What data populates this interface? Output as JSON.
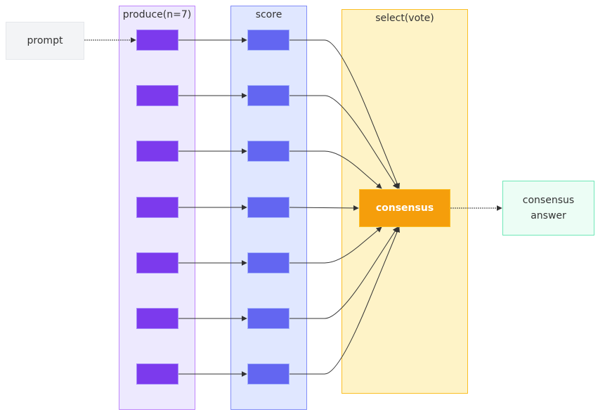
{
  "diagram": {
    "type": "flowchart",
    "input": {
      "label": "prompt",
      "color": "#f3f4f6"
    },
    "subgraphs": {
      "produce": {
        "title": "produce(n=7)",
        "fill": "#ede9fe",
        "border": "#c084fc",
        "node_color": "#7c3aed",
        "count": 7
      },
      "score": {
        "title": "score",
        "fill": "#e0e7ff",
        "border": "#818cf8",
        "node_color": "#6366f1",
        "count": 7
      },
      "select": {
        "title": "select(vote)",
        "fill": "#fef3c7",
        "border": "#fbbf24"
      }
    },
    "consensus": {
      "label": "consensus",
      "color": "#f59e0b"
    },
    "output": {
      "label_line1": "consensus",
      "label_line2": "answer",
      "fill": "#ecfdf5",
      "border": "#6ee7b7"
    },
    "edges": [
      {
        "from": "prompt",
        "to": "produce-1",
        "style": "dotted"
      },
      {
        "from": "produce-i",
        "to": "score-i",
        "count": 7
      },
      {
        "from": "score-i",
        "to": "consensus",
        "count": 7
      },
      {
        "from": "consensus",
        "to": "consensus-answer",
        "style": "dotted"
      }
    ]
  }
}
